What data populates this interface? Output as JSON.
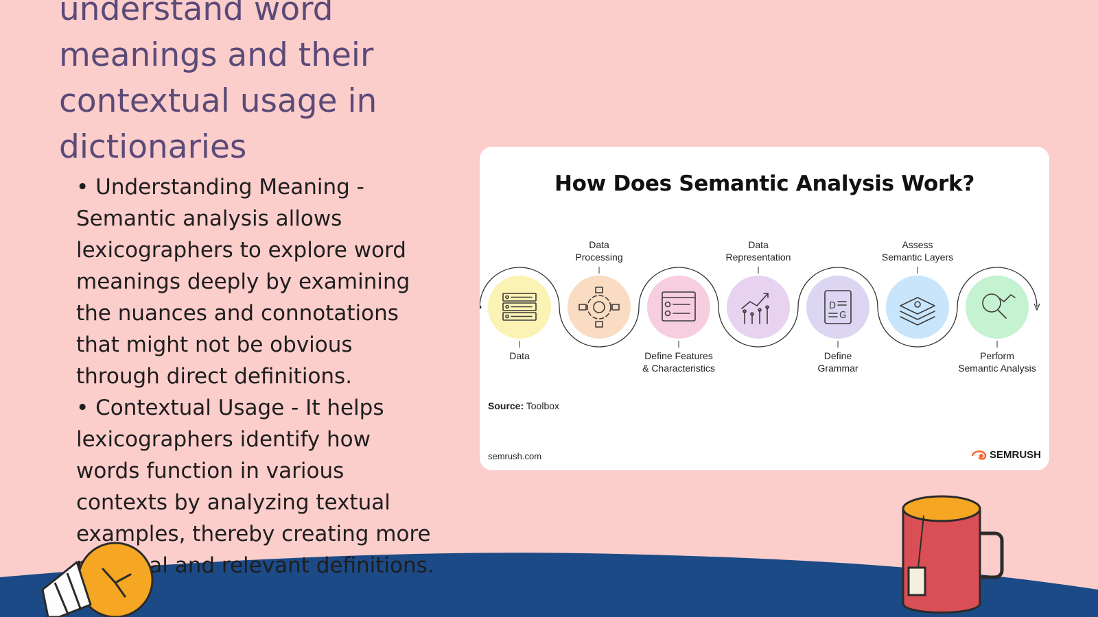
{
  "slide": {
    "title_lines": [
      "understand word",
      "meanings and their",
      "contextual usage in",
      "dictionaries"
    ],
    "bullets": [
      "• Understanding Meaning - Semantic analysis allows lexicographers to explore word meanings deeply by examining the nuances and connotations that might not be obvious through direct definitions.",
      "• Contextual Usage - It helps lexicographers identify how words function in various contexts by analyzing textual examples, thereby creating more practical and relevant definitions."
    ]
  },
  "infographic": {
    "title": "How Does Semantic Analysis Work?",
    "steps": [
      {
        "label": [
          "Data"
        ],
        "icon": "server-icon",
        "color": "#fbf3b4"
      },
      {
        "label": [
          "Data",
          "Processing"
        ],
        "icon": "processing-gear-icon",
        "color": "#fadcc2"
      },
      {
        "label": [
          "Define Features",
          "& Characteristics"
        ],
        "icon": "checklist-window-icon",
        "color": "#f7cde0"
      },
      {
        "label": [
          "Data",
          "Representation"
        ],
        "icon": "line-chart-icon",
        "color": "#e7d3f0"
      },
      {
        "label": [
          "Define",
          "Grammar"
        ],
        "icon": "grammar-document-icon",
        "color": "#dcd6f3"
      },
      {
        "label": [
          "Assess",
          "Semantic Layers"
        ],
        "icon": "layers-icon",
        "color": "#c9e5fb"
      },
      {
        "label": [
          "Perform",
          "Semantic Analysis"
        ],
        "icon": "magnifier-icon",
        "color": "#c5f2d0"
      }
    ],
    "source_label": "Source:",
    "source_value": "Toolbox",
    "site": "semrush.com",
    "brand": "SEMRUSH",
    "brand_color": "#ff642d"
  },
  "theme": {
    "background": "#fbcdcb",
    "title_color": "#5b4a78",
    "wave_color": "#1b4a86"
  }
}
